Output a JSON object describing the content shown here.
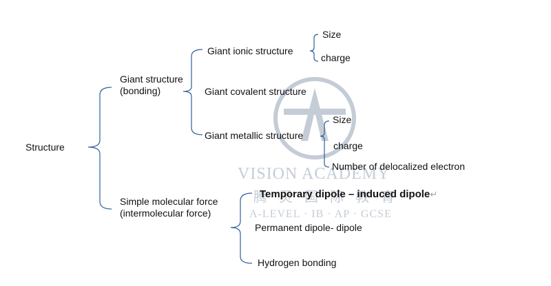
{
  "diagram": {
    "root": "Structure",
    "branch_giant": "Giant structure\n(bonding)",
    "branch_simple": "Simple molecular force\n(intermolecular force)",
    "giant_ionic": "Giant ionic structure",
    "ionic_size": "Size",
    "ionic_charge": "charge",
    "giant_covalent": "Giant covalent structure",
    "giant_metallic": "Giant metallic  structure",
    "metallic_size": "Size",
    "metallic_charge": "charge",
    "metallic_delocalized": "Number of delocalized electron",
    "temp_dipole": "Temporary dipole – induced dipole",
    "return_mark": "↵",
    "perm_dipole": "Permanent dipole- dipole",
    "hydrogen": "Hydrogen bonding"
  },
  "watermark": {
    "title": "VISION ACADEMY",
    "chinese": "腾 灵 国 际 教 育",
    "subtitle": "A-LEVEL · IB · AP · GCSE"
  },
  "colors": {
    "bracket": "#2f5d9a",
    "watermark": "#c4ccd6",
    "text": "#111111"
  }
}
